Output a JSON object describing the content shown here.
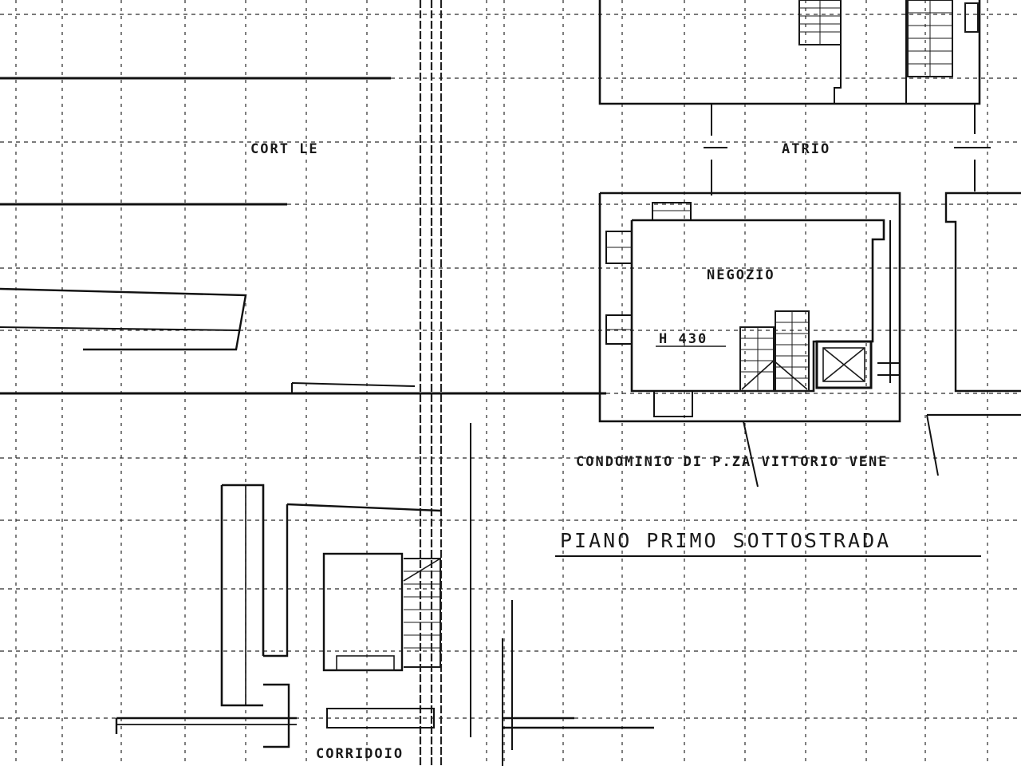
{
  "labels": {
    "cortile": "CORT LE",
    "atrio": "ATRIO",
    "negozio": "NEGOZIO",
    "height": "H 430",
    "condominio": "CONDOMINIO DI P.ZA VITTORIO VENE",
    "plan_title": "PIANO PRIMO SOTTOSTRADA",
    "corridoio": "CORRIDOIO"
  },
  "colors": {
    "paper": "#ffffff",
    "ink": "#111111",
    "grid": "#2b2b2b"
  },
  "icons": {
    "stairs": "stairs-icon",
    "elevator": "elevator-shaft-icon"
  }
}
